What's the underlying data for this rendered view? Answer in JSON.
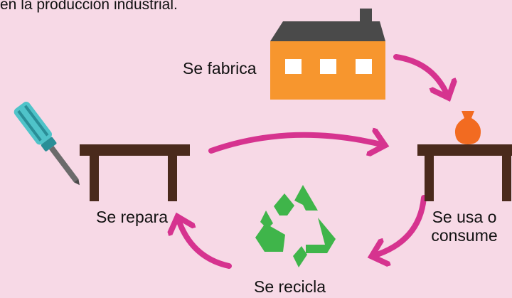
{
  "header": {
    "text": "en la producción industrial."
  },
  "steps": {
    "manufacture": "Se fabrica",
    "repair": "Se repara",
    "use_line1": "Se usa o",
    "use_line2": "consume",
    "recycle": "Se recicla"
  },
  "colors": {
    "background": "#f7d9e6",
    "arrow": "#d6338f",
    "factory_wall": "#f7962e",
    "factory_roof": "#4a4a4a",
    "table": "#4a2a1c",
    "vase": "#f26b21",
    "recycle": "#3fb54a",
    "screwdriver_handle": "#4fc3c9"
  },
  "icons": [
    "factory-icon",
    "table-icon",
    "vase-icon",
    "recycle-icon",
    "screwdriver-icon"
  ]
}
